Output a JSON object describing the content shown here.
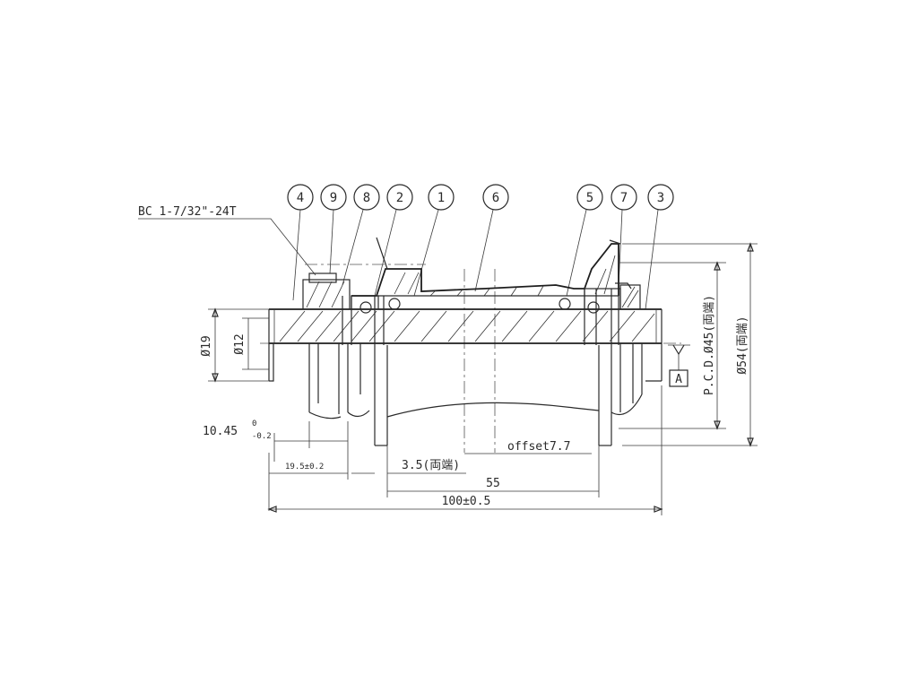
{
  "thread_spec": "BC 1-7/32\"-24T",
  "balloons": [
    "4",
    "9",
    "8",
    "2",
    "1",
    "6",
    "5",
    "7",
    "3"
  ],
  "dims": {
    "d19": "Ø19",
    "d12": "Ø12",
    "pcd": "P.C.D.Ø45(両端)",
    "d54": "Ø54(両端)",
    "locknut_main": "10.45",
    "locknut_upper": "0",
    "locknut_lower": "-0.2",
    "flange_offset": "19.5±0.2",
    "flange_thick": "3.5(両端)",
    "offset": "offset7.7",
    "flange_span": "55",
    "overall": "100±0.5"
  },
  "datum_label": "A"
}
